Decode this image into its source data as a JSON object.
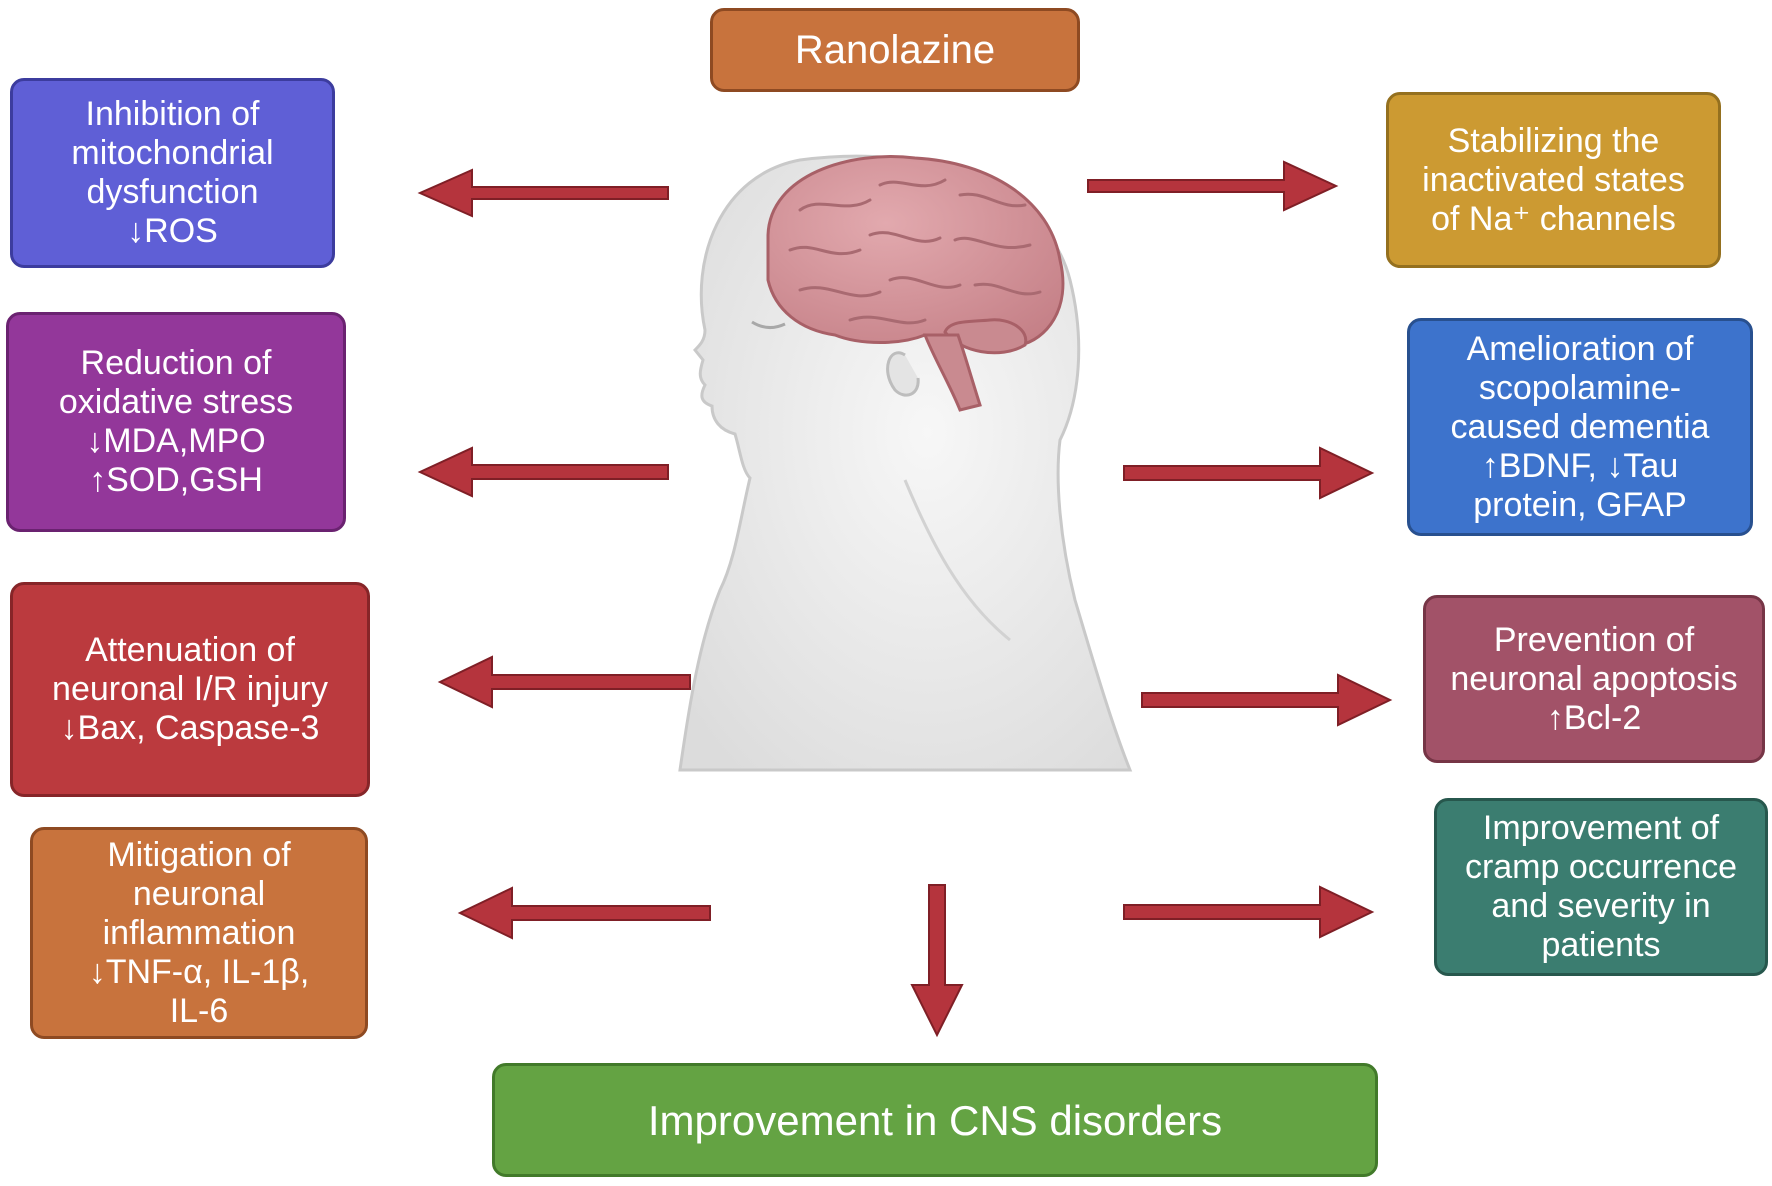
{
  "title": "Ranolazine",
  "left_boxes": [
    {
      "lines": [
        "Inhibition of",
        "mitochondrial",
        "dysfunction",
        "↓ROS"
      ]
    },
    {
      "lines": [
        "Reduction of",
        "oxidative stress",
        "↓MDA,MPO",
        "↑SOD,GSH"
      ]
    },
    {
      "lines": [
        "Attenuation of",
        "neuronal I/R injury",
        "↓Bax, Caspase-3"
      ]
    },
    {
      "lines": [
        "Mitigation of",
        "neuronal",
        "inflammation",
        "↓TNF-α, IL-1β,",
        "IL-6"
      ]
    }
  ],
  "right_boxes": [
    {
      "lines": [
        "Stabilizing the",
        "inactivated states",
        "of Na⁺ channels"
      ]
    },
    {
      "lines": [
        "Amelioration of",
        "scopolamine-",
        "caused dementia",
        "↑BDNF, ↓Tau",
        "protein, GFAP"
      ]
    },
    {
      "lines": [
        "Prevention of",
        "neuronal apoptosis",
        "↑Bcl-2"
      ]
    },
    {
      "lines": [
        "Improvement of",
        "cramp occurrence",
        "and severity in",
        "patients"
      ]
    }
  ],
  "outcome": "Improvement in CNS disorders",
  "colors": {
    "arrow": "#b5343d",
    "arrow_outline": "#7f1f26",
    "head_skin": "#ececec",
    "brain": "#d4969c"
  },
  "icons": [
    "head-with-brain-illustration"
  ]
}
